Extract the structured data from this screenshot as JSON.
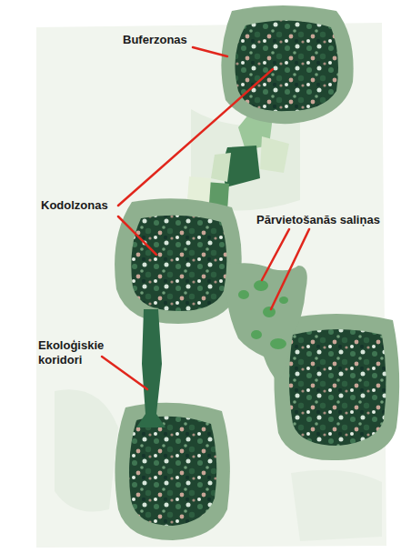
{
  "diagram": {
    "labels": [
      "Buferzonas",
      "Kodolzonas",
      "Pārvietošanās saliņas",
      "Ekoloģiskie koridori"
    ]
  }
}
